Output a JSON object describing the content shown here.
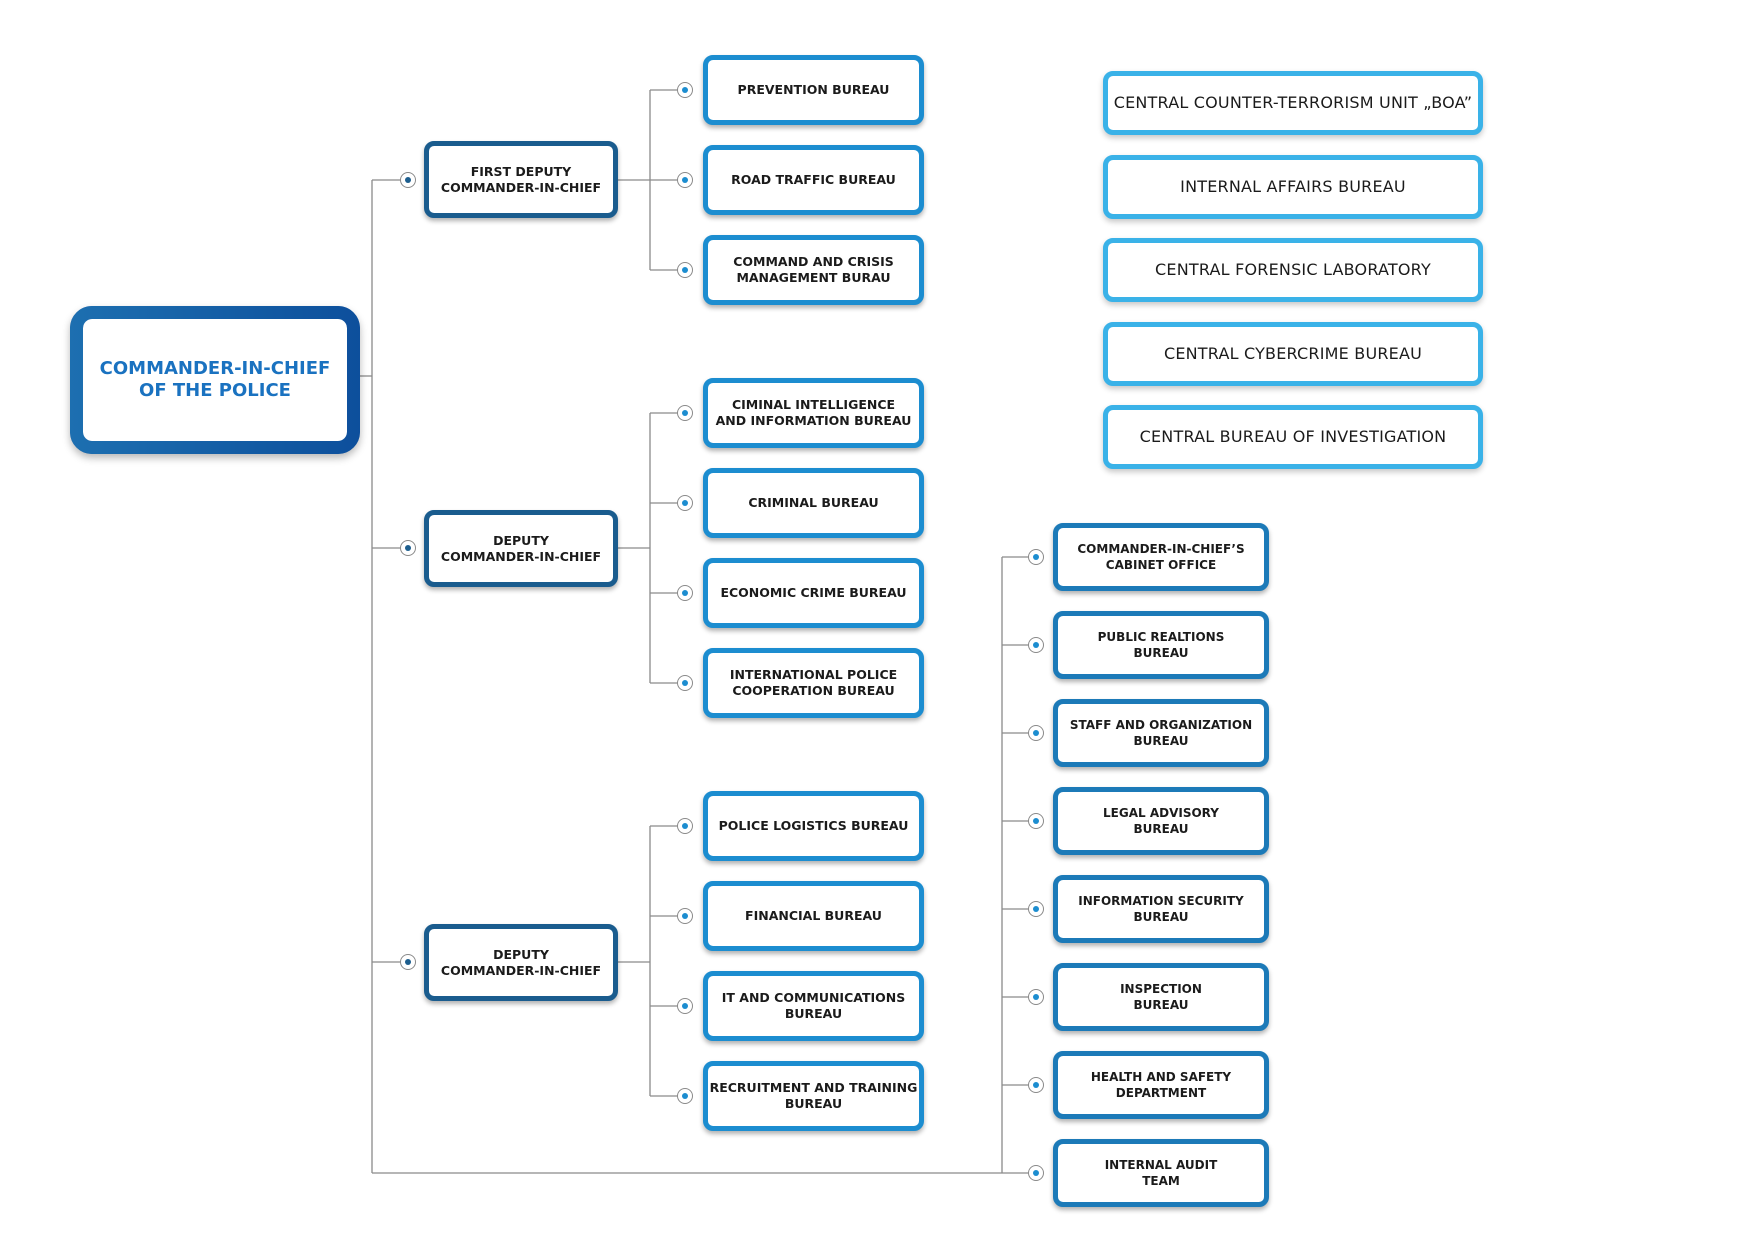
{
  "root": {
    "line1": "COMMANDER-IN-CHIEF",
    "line2": "OF THE POLICE"
  },
  "deputies": [
    {
      "line1": "FIRST DEPUTY",
      "line2": "COMMANDER-IN-CHIEF",
      "bureaus": [
        {
          "line1": "PREVENTION BUREAU",
          "line2": ""
        },
        {
          "line1": "ROAD TRAFFIC BUREAU",
          "line2": ""
        },
        {
          "line1": "COMMAND AND CRISIS",
          "line2": "MANAGEMENT BURAU"
        }
      ]
    },
    {
      "line1": "DEPUTY",
      "line2": "COMMANDER-IN-CHIEF",
      "bureaus": [
        {
          "line1": "CIMINAL INTELLIGENCE",
          "line2": "AND INFORMATION BUREAU"
        },
        {
          "line1": "CRIMINAL BUREAU",
          "line2": ""
        },
        {
          "line1": "ECONOMIC CRIME BUREAU",
          "line2": ""
        },
        {
          "line1": "INTERNATIONAL POLICE",
          "line2": "COOPERATION BUREAU"
        }
      ]
    },
    {
      "line1": "DEPUTY",
      "line2": "COMMANDER-IN-CHIEF",
      "bureaus": [
        {
          "line1": "POLICE LOGISTICS BUREAU",
          "line2": ""
        },
        {
          "line1": "FINANCIAL BUREAU",
          "line2": ""
        },
        {
          "line1": "IT AND COMMUNICATIONS",
          "line2": "BUREAU"
        },
        {
          "line1": "RECRUITMENT AND TRAINING",
          "line2": "BUREAU"
        }
      ]
    }
  ],
  "staff_units": [
    {
      "line1": "COMMANDER-IN-CHIEF’S",
      "line2": "CABINET OFFICE"
    },
    {
      "line1": "PUBLIC REALTIONS",
      "line2": "BUREAU"
    },
    {
      "line1": "STAFF AND ORGANIZATION",
      "line2": "BUREAU"
    },
    {
      "line1": "LEGAL ADVISORY",
      "line2": "BUREAU"
    },
    {
      "line1": "INFORMATION SECURITY",
      "line2": "BUREAU"
    },
    {
      "line1": "INSPECTION",
      "line2": "BUREAU"
    },
    {
      "line1": "HEALTH AND SAFETY",
      "line2": "DEPARTMENT"
    },
    {
      "line1": "INTERNAL AUDIT",
      "line2": "TEAM"
    }
  ],
  "central_units": [
    "CENTRAL COUNTER-TERRORISM UNIT „BOA”",
    "INTERNAL AFFAIRS BUREAU",
    "CENTRAL FORENSIC LABORATORY",
    "CENTRAL CYBERCRIME BUREAU",
    "CENTRAL BUREAU OF INVESTIGATION"
  ],
  "colors": {
    "root_border": "#1f5fa6",
    "root_text": "#1a72c0",
    "deputy_border": "#1a5c8e",
    "bureau_border": "#1c8dd0",
    "staff_border": "#1c7ab8",
    "central_border": "#3ab2e8",
    "connector": "#8a8a8a"
  }
}
